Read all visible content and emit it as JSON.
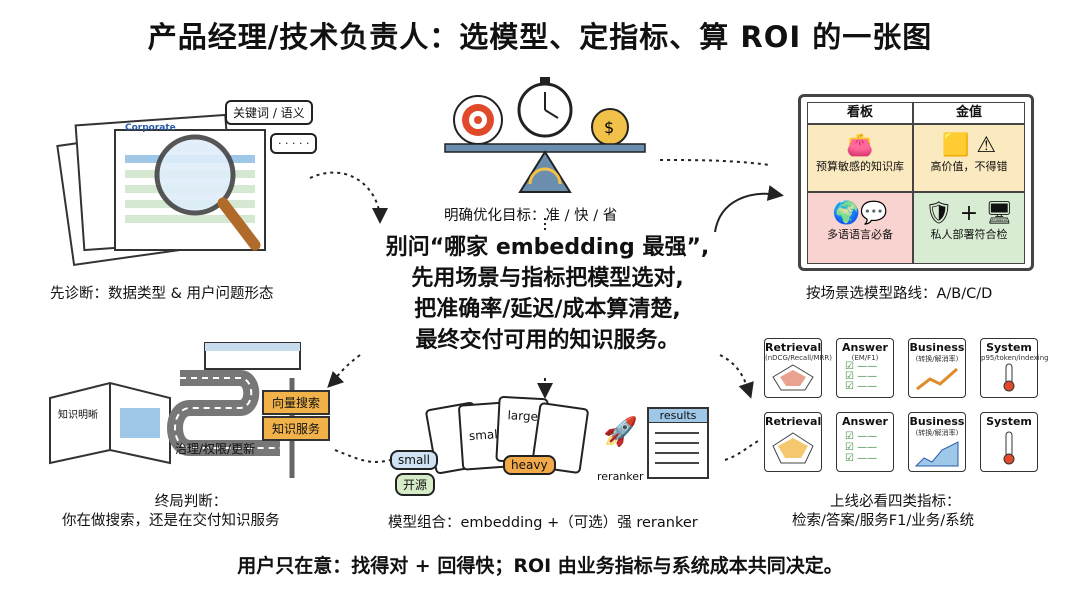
{
  "title": "产品经理/技术负责人：选模型、定指标、算 ROI 的一张图",
  "center_text": {
    "line1": "别问“哪家 embedding 最强”,",
    "line2": "先用场景与指标把模型选对,",
    "line3": "把准确率/延迟/成本算清楚,",
    "line4": "最终交付可用的知识服务。"
  },
  "footer": "用户只在意：找得对 + 回得快；ROI 由业务指标与系统成本共同决定。",
  "diagnose": {
    "caption": "先诊断：数据类型 & 用户问题形态",
    "bubble": "关键词 / 语义",
    "doc_label": "Corporate"
  },
  "optimize": {
    "caption": "明确优化目标：准 / 快 / 省"
  },
  "routes": {
    "caption": "按场景选模型路线：A/B/C/D",
    "head_left": "看板",
    "head_right": "金值",
    "q1": "预算敏感的知识库",
    "q2": "高价值，不得错",
    "q3": "多语语言必备",
    "q4": "私人部署符合检"
  },
  "endgame": {
    "caption_line1": "终局判断：",
    "caption_line2": "你在做搜索，还是在交付知识服务",
    "sign1": "向量搜索",
    "sign2": "知识服务",
    "book_label": "知识明晰",
    "road_label": "治理/权限/更新"
  },
  "combo": {
    "caption": "模型组合：embedding +（可选）强 reranker",
    "card_small": "small",
    "card_large": "large",
    "card_heavy": "heavy",
    "pill_small": "small",
    "pill_open": "开源",
    "results": "results",
    "reranker": "reranker"
  },
  "metrics": {
    "caption_line1": "上线必看四类指标：",
    "caption_line2": "检索/答案/服务F1/业务/系统",
    "row1": [
      {
        "h": "Retrieval",
        "s": "(nDCG/Recall/MRR)"
      },
      {
        "h": "Answer",
        "s": "(EM/F1)"
      },
      {
        "h": "Business",
        "s": "(转换/解消率)"
      },
      {
        "h": "System",
        "s": "p95/token/indexing"
      }
    ],
    "row2": [
      {
        "h": "Retrieval",
        "s": ""
      },
      {
        "h": "Answer",
        "s": ""
      },
      {
        "h": "Business",
        "s": "(转换/解消率)"
      },
      {
        "h": "System",
        "s": ""
      }
    ]
  }
}
